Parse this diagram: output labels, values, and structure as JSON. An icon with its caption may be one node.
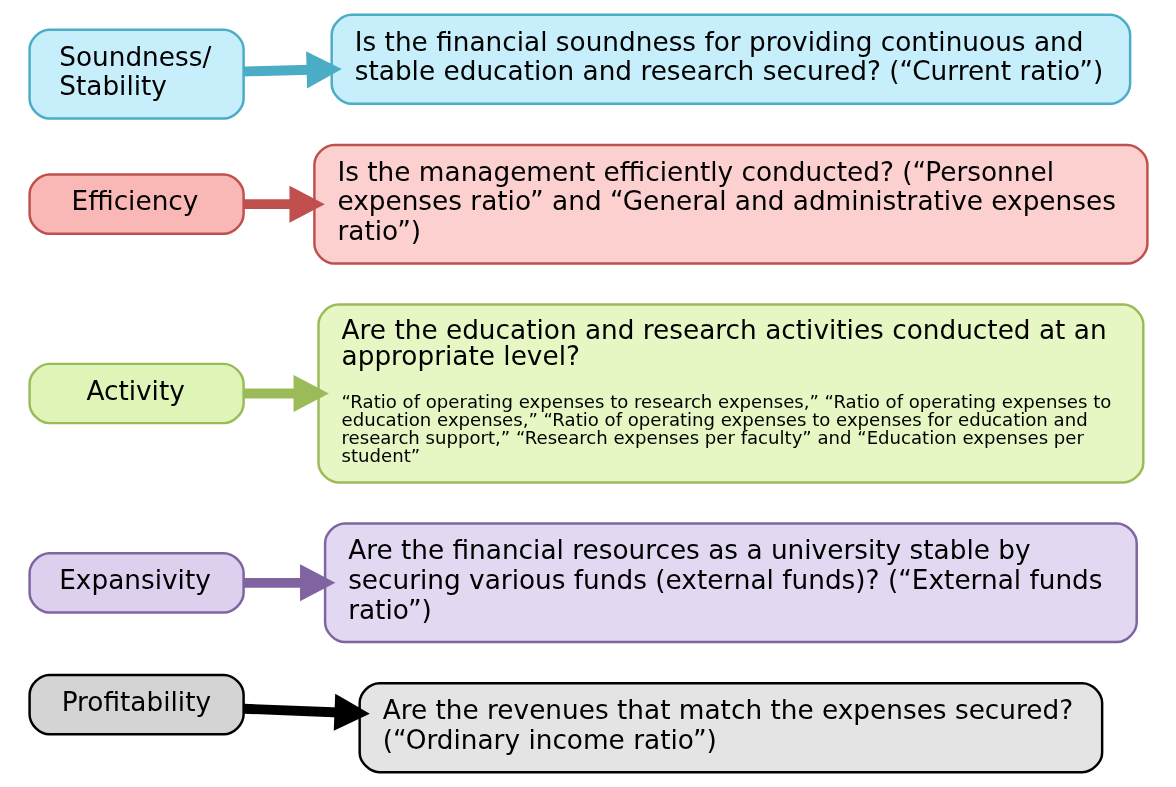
{
  "diagram": {
    "nodes": [
      {
        "text": [
          "Soundness/ Stability"
        ]
      },
      {
        "text": [
          "Is the financial soundness for providing continuous and stable education and research secured? (“Current ratio”)"
        ]
      },
      {
        "text": [
          "Efficiency"
        ]
      },
      {
        "text": [
          "Is the management efficiently conducted? (“Personnel expenses ratio” and “General and administrative expenses ratio”)"
        ]
      },
      {
        "text": [
          "Activity"
        ]
      },
      {
        "text": [
          "Are the education and research activities conducted at an appropriate level?",
          "“Ratio of operating expenses to research expenses,” “Ratio of operating expenses to education expenses,” “Ratio of operating expenses to expenses for education and research support,” “Research expenses per faculty” and “Education expenses per student”"
        ]
      },
      {
        "text": [
          "Expansivity"
        ]
      },
      {
        "text": [
          "Are the financial resources as a university stable by securing various funds (external funds)? (“External funds ratio”)"
        ]
      },
      {
        "text": [
          "Profitability"
        ]
      },
      {
        "text": [
          "Are the revenues that match the expenses secured? (“Ordinary income ratio”)"
        ]
      }
    ],
    "edges": [
      {
        "from": 0,
        "to": 1,
        "arrow": "to",
        "color": "#4bacc6"
      },
      {
        "from": 2,
        "to": 3,
        "arrow": "to",
        "color": "#c0504d"
      },
      {
        "from": 4,
        "to": 5,
        "arrow": "to",
        "color": "#9bbb59"
      },
      {
        "from": 6,
        "to": 7,
        "arrow": "to",
        "color": "#8064a2"
      },
      {
        "from": 8,
        "to": 9,
        "arrow": "to",
        "color": "#000000"
      }
    ]
  }
}
